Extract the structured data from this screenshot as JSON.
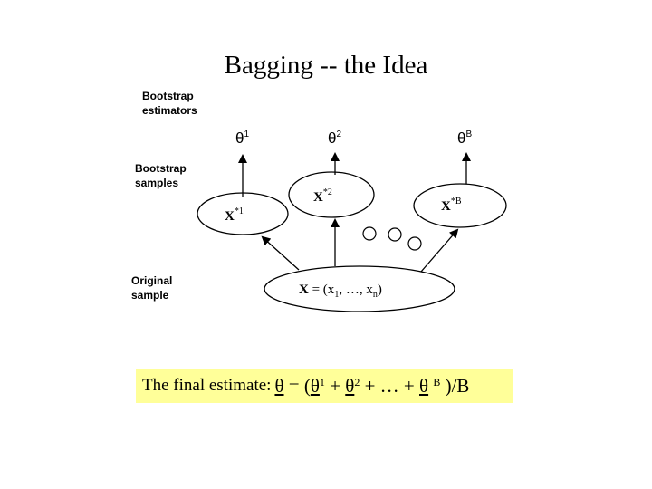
{
  "slide": {
    "title": "Bagging -- the Idea"
  },
  "diagram": {
    "row_labels": {
      "estimators_line1": "Bootstrap",
      "estimators_line2": "estimators",
      "samples_line1": "Bootstrap",
      "samples_line2": "samples",
      "original_line1": "Original",
      "original_line2": "sample"
    },
    "estimators": [
      {
        "symbol": "θ",
        "sup": "1"
      },
      {
        "symbol": "θ",
        "sup": "2"
      },
      {
        "symbol": "θ",
        "sup": "B"
      }
    ],
    "samples": [
      {
        "main": "X",
        "sup": "*1"
      },
      {
        "main": "X",
        "sup": "*2"
      },
      {
        "main": "X",
        "sup": "*B"
      }
    ],
    "original": {
      "main": "X",
      "eq": " = (x",
      "sub1": "1",
      "mid": ", …, x",
      "subn": "n",
      "close": ")"
    }
  },
  "estimate": {
    "label": "The final estimate:",
    "theta": "θ",
    "eq": " = (",
    "t1": "θ",
    "s1": "1",
    "plus1": " + ",
    "t2": "θ",
    "s2": "2",
    "rest": " + … + ",
    "tB": "θ",
    "sB": "B",
    "end": " )/B"
  }
}
